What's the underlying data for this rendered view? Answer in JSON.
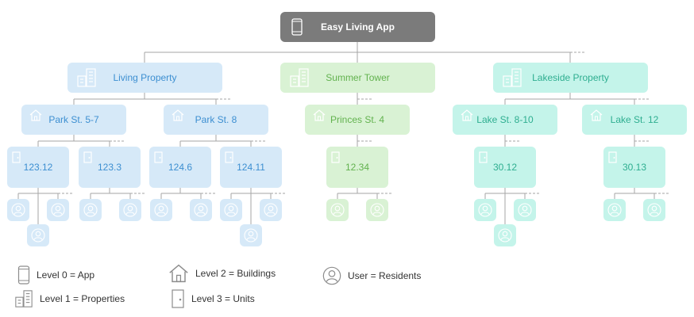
{
  "app": {
    "label": "Easy Living App",
    "icon": "phone-icon"
  },
  "properties": [
    {
      "label": "Living Property",
      "theme": "blue",
      "icon": "properties-icon"
    },
    {
      "label": "Summer Tower",
      "theme": "green",
      "icon": "properties-icon"
    },
    {
      "label": "Lakeside Property",
      "theme": "teal",
      "icon": "properties-icon"
    }
  ],
  "buildings": [
    {
      "label": "Park St. 5-7",
      "icon": "building-icon"
    },
    {
      "label": "Park St. 8",
      "icon": "building-icon"
    },
    {
      "label": "Princes St. 4",
      "icon": "building-icon"
    },
    {
      "label": "Lake St. 8-10",
      "icon": "building-icon"
    },
    {
      "label": "Lake St. 12",
      "icon": "building-icon"
    }
  ],
  "units": [
    {
      "label": "123.12",
      "icon": "door-icon"
    },
    {
      "label": "123.3",
      "icon": "door-icon"
    },
    {
      "label": "124.6",
      "icon": "door-icon"
    },
    {
      "label": "124.11",
      "icon": "door-icon"
    },
    {
      "label": "12.34",
      "icon": "door-icon"
    },
    {
      "label": "30.12",
      "icon": "door-icon"
    },
    {
      "label": "30.13",
      "icon": "door-icon"
    }
  ],
  "legend": {
    "app": "Level 0 = App",
    "properties": "Level 1 = Properties",
    "buildings": "Level 2 = Buildings",
    "units": "Level 3 = Units",
    "users": "User = Residents"
  },
  "colors": {
    "app": "#7b7b7b",
    "blue_fill": "#d6e9f8",
    "blue_text": "#3d8fd1",
    "green_fill": "#d9f2d4",
    "green_text": "#62b24e",
    "teal_fill": "#c4f4ea",
    "teal_text": "#2eae90",
    "connector": "#a6a6a6"
  }
}
